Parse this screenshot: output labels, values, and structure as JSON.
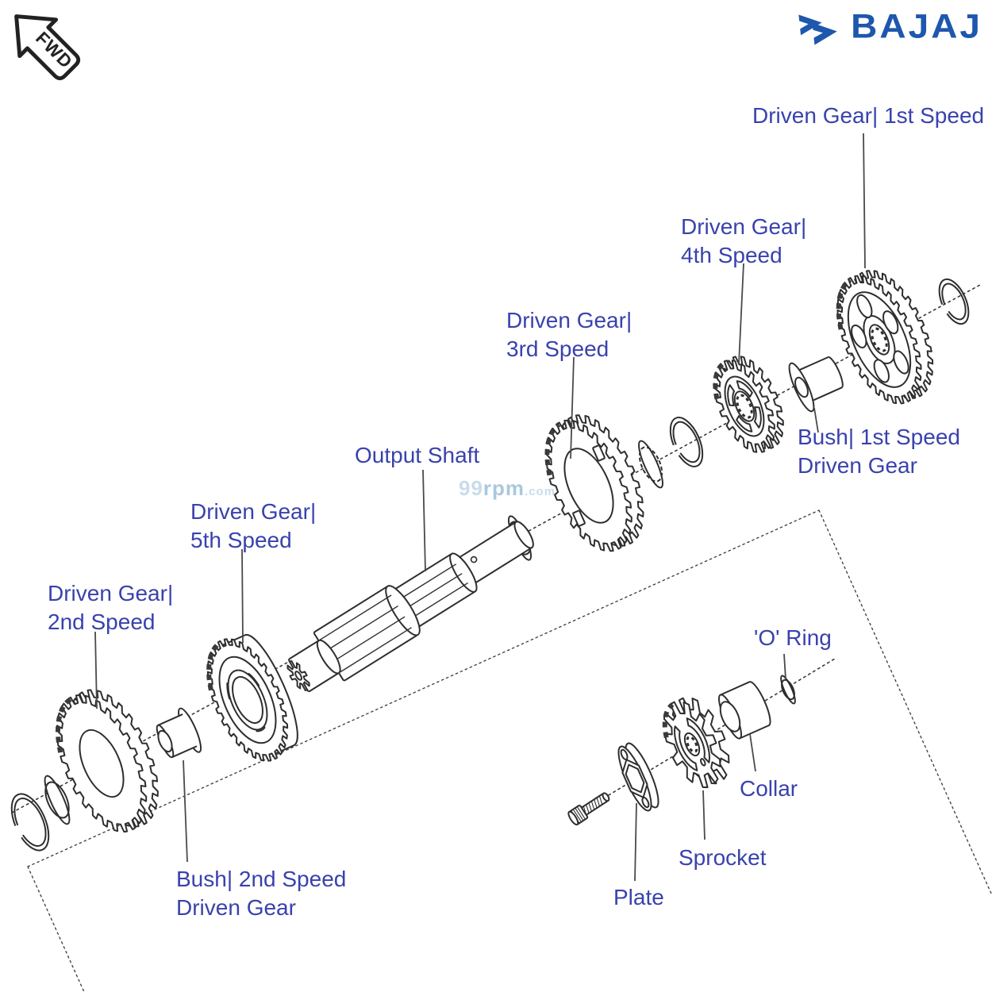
{
  "badge": {
    "label": "FWD"
  },
  "brand": {
    "name": "BAJAJ"
  },
  "watermark": {
    "num": "99",
    "word": "rpm",
    "tld": ".com"
  },
  "labels": {
    "gear1": {
      "lines": [
        "Driven Gear| 1st Speed"
      ]
    },
    "gear4": {
      "lines": [
        "Driven Gear|",
        "4th Speed"
      ]
    },
    "gear3": {
      "lines": [
        "Driven Gear|",
        "3rd Speed"
      ]
    },
    "shaft": {
      "lines": [
        "Output Shaft"
      ]
    },
    "gear5": {
      "lines": [
        "Driven Gear|",
        "5th Speed"
      ]
    },
    "gear2": {
      "lines": [
        "Driven Gear|",
        "2nd Speed"
      ]
    },
    "bush1": {
      "lines": [
        "Bush| 1st Speed",
        "Driven Gear"
      ]
    },
    "bush2": {
      "lines": [
        "Bush| 2nd Speed",
        "Driven Gear"
      ]
    },
    "oring": {
      "lines": [
        "'O' Ring"
      ]
    },
    "collar": {
      "lines": [
        "Collar"
      ]
    },
    "sprocket": {
      "lines": [
        "Sprocket"
      ]
    },
    "plate": {
      "lines": [
        "Plate"
      ]
    }
  },
  "colors": {
    "label": "#3942ac",
    "brand": "#1e57ad",
    "line": "#2e2e2e"
  }
}
